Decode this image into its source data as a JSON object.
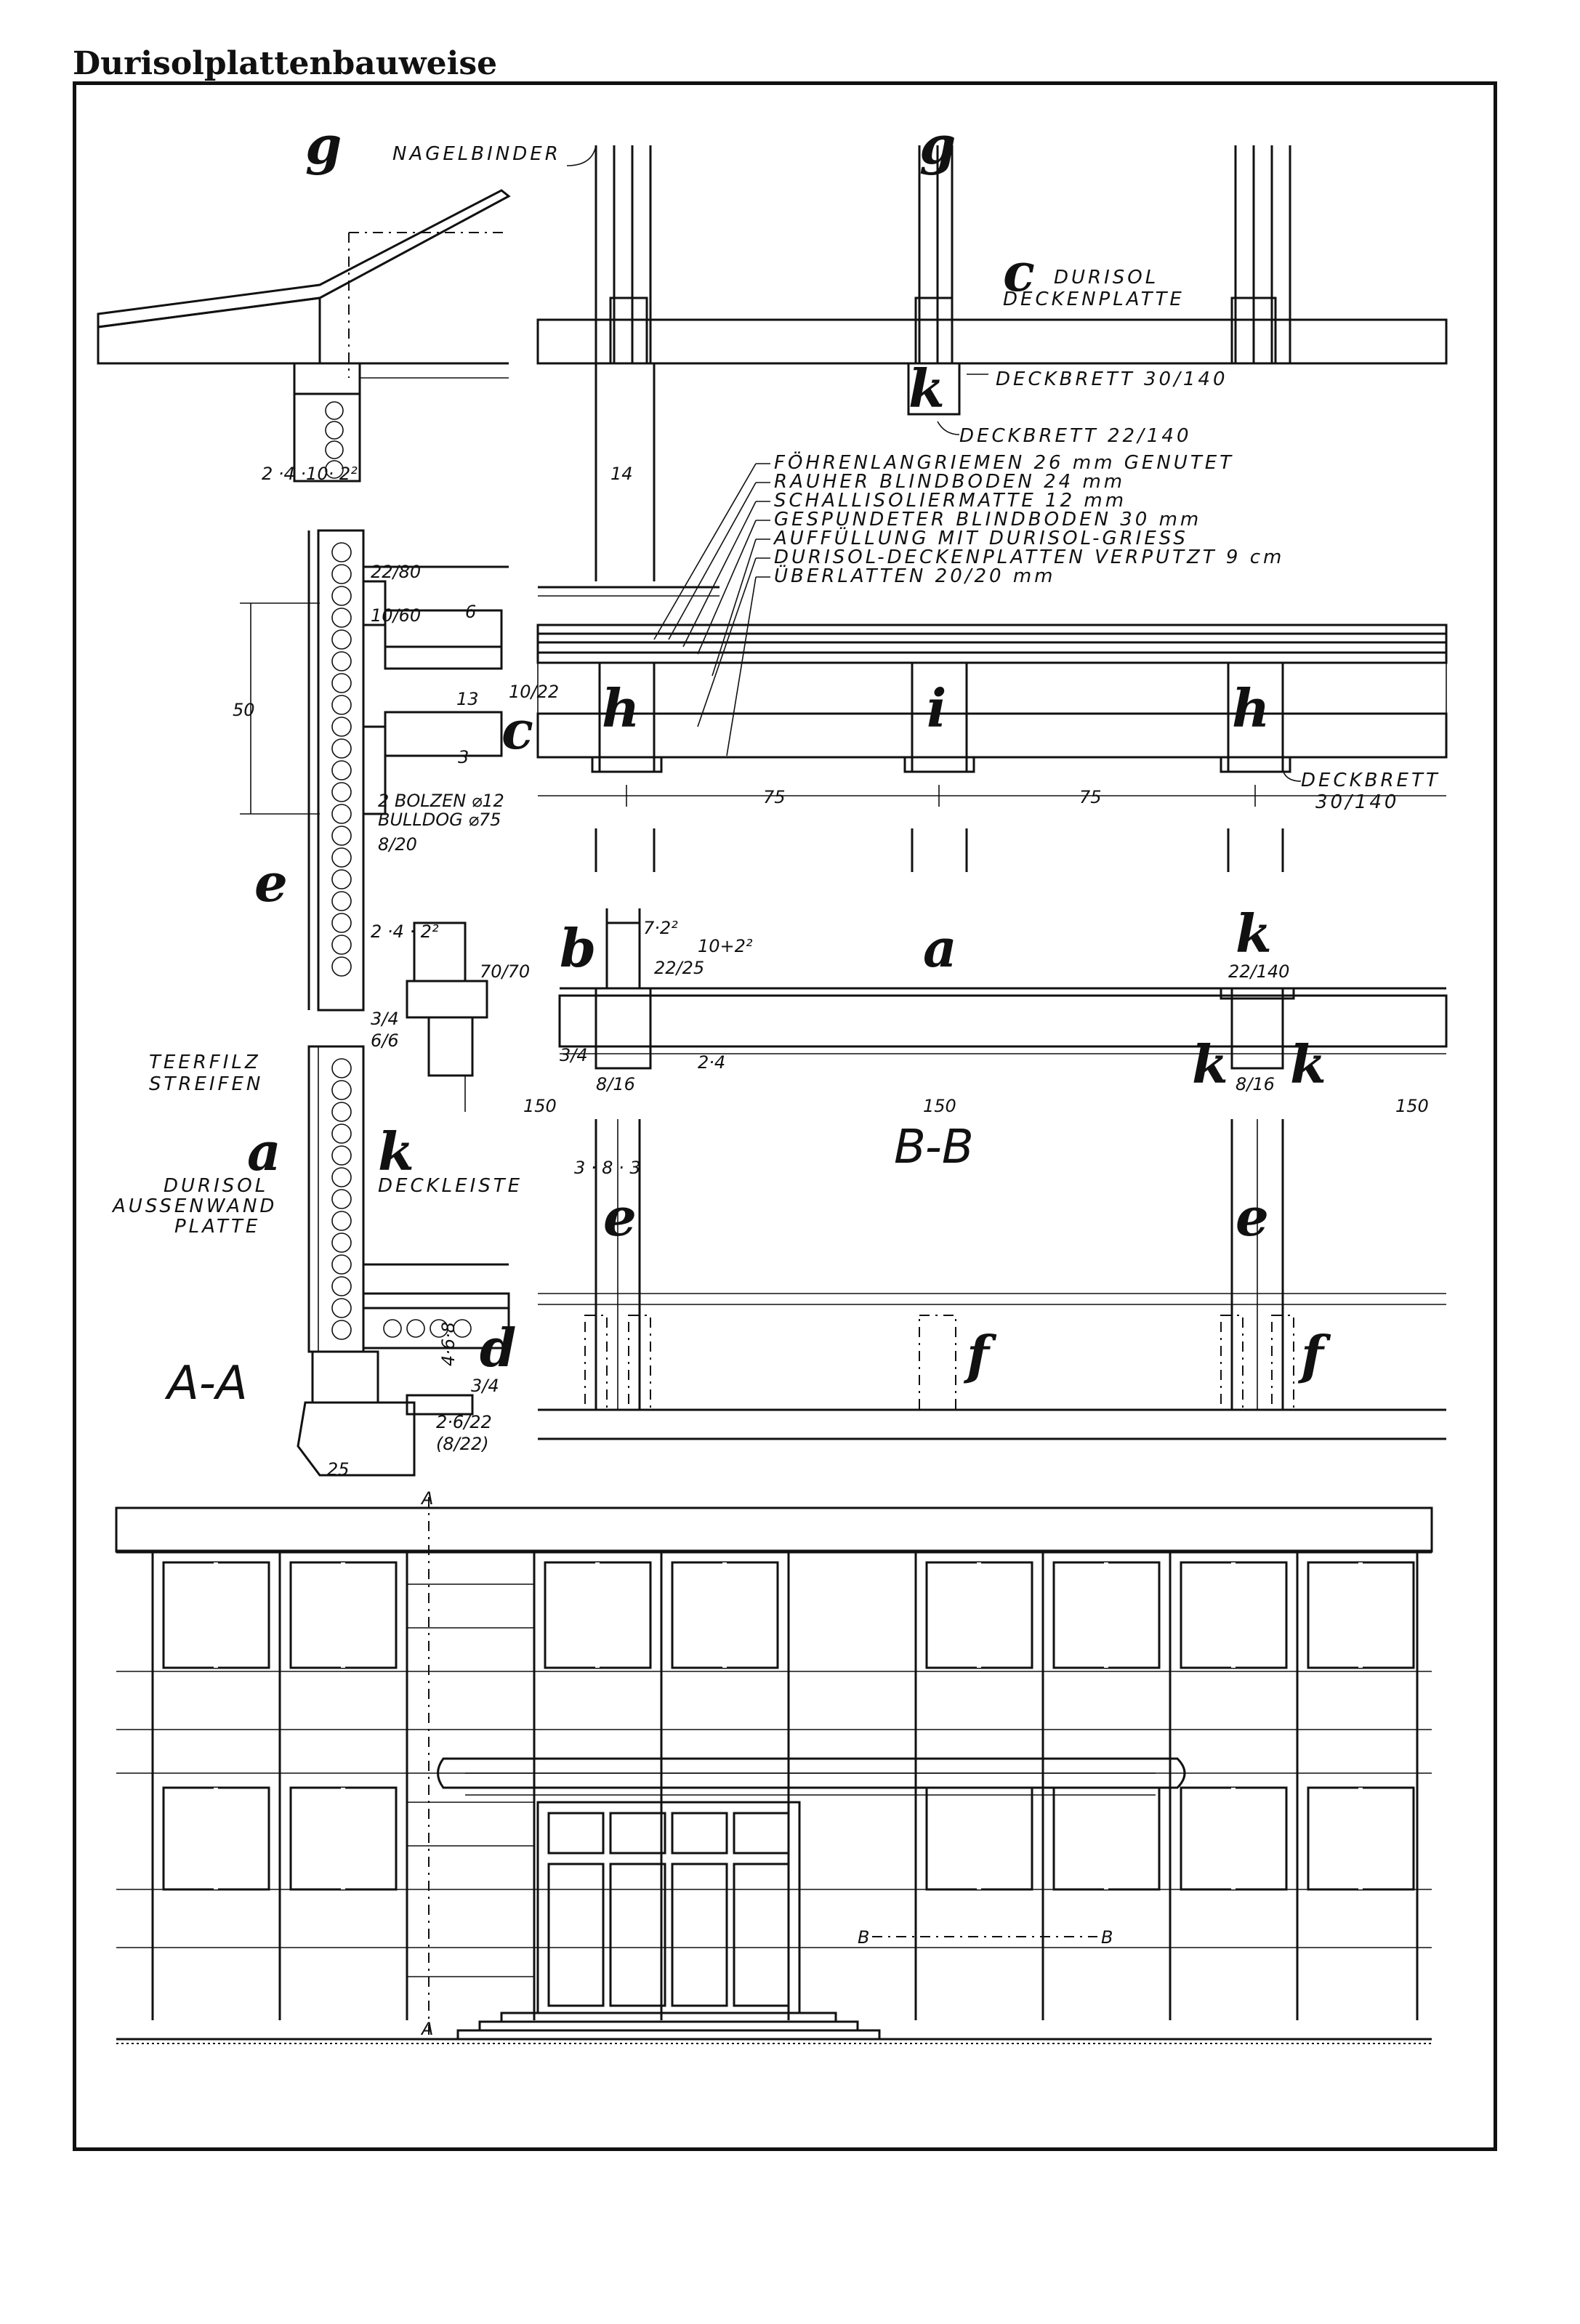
{
  "title": "Durisolplattenbauweise",
  "labels": {
    "nagelbinder": "NAGELBINDER",
    "durisol_deckenplatte_1": "DURISOL",
    "durisol_deckenplatte_2": "DECKENPLATTE",
    "deckbrett_30_140": "DECKBRETT 30/140",
    "deckbrett_22_140": "DECKBRETT 22/140",
    "layers": [
      "FÖHRENLANGRIEMEN 26 mm GENUTET",
      "RAUHER BLINDBODEN 24 mm",
      "SCHALLISOLIERMATTE 12 mm",
      "GESPUNDETER BLINDBODEN 30 mm",
      "AUFFÜLLUNG MIT DURISOL-GRIESS",
      "DURISOL-DECKENPLATTEN VERPUTZT 9 cm",
      "ÜBERLATTEN 20/20 mm"
    ],
    "deckbrett_right_1": "DECKBRETT",
    "deckbrett_right_2": "30/140",
    "bolzen": "2 BOLZEN ⌀12",
    "bulldog": "BULLDOG ⌀75",
    "teerfilz_1": "TEERFILZ",
    "teerfilz_2": "STREIFEN",
    "aussenwand_1": "DURISOL",
    "aussenwand_2": "AUSSENWAND",
    "aussenwand_3": "PLATTE",
    "deckleiste": "DECKLEISTE"
  },
  "letters": {
    "g1": "g",
    "g2": "g",
    "c1": "c",
    "c2": "c",
    "k1": "k",
    "k2": "k",
    "k3": "k",
    "k4": "k",
    "k5": "k",
    "h1": "h",
    "h2": "h",
    "i": "i",
    "e1": "e",
    "e2": "e",
    "e3": "e",
    "b": "b",
    "a1": "a",
    "a2": "a",
    "d": "d",
    "f1": "f",
    "f2": "f"
  },
  "sections": {
    "aa": "A-A",
    "bb": "B-B",
    "a_mark_top": "A",
    "a_mark_bottom": "A",
    "b_mark_left": "B",
    "b_mark_right": "B"
  },
  "dims": {
    "d14": "14",
    "d22_80": "22/80",
    "d10_60": "10/60",
    "d6": "6",
    "d50": "50",
    "d13": "13",
    "d10_22": "10/22",
    "d3": "3",
    "d8_20": "8/20",
    "d75a": "75",
    "d75b": "75",
    "d2_4_10_2": "2 ·4 ·10· 2²",
    "d2_4_2": "2 ·4 · 2²",
    "d70_70": "70/70",
    "d3_4a": "3/4",
    "d6_6": "6/6",
    "d7_2": "7·2²",
    "d22_25": "22/25",
    "d10_2": "10+2²",
    "d3_4b": "3/4",
    "d8_16a": "8/16",
    "d2_4": "2·4",
    "d22_140": "22/140",
    "d8_16b": "8/16",
    "d150a": "150",
    "d150b": "150",
    "d150c": "150",
    "d3_8_3": "3 · 8 · 3",
    "d3_4c": "3/4",
    "d2_6_22": "2·6/22",
    "d8_22": "(8/22)",
    "d25": "25",
    "d4_8": "4·6·8"
  }
}
